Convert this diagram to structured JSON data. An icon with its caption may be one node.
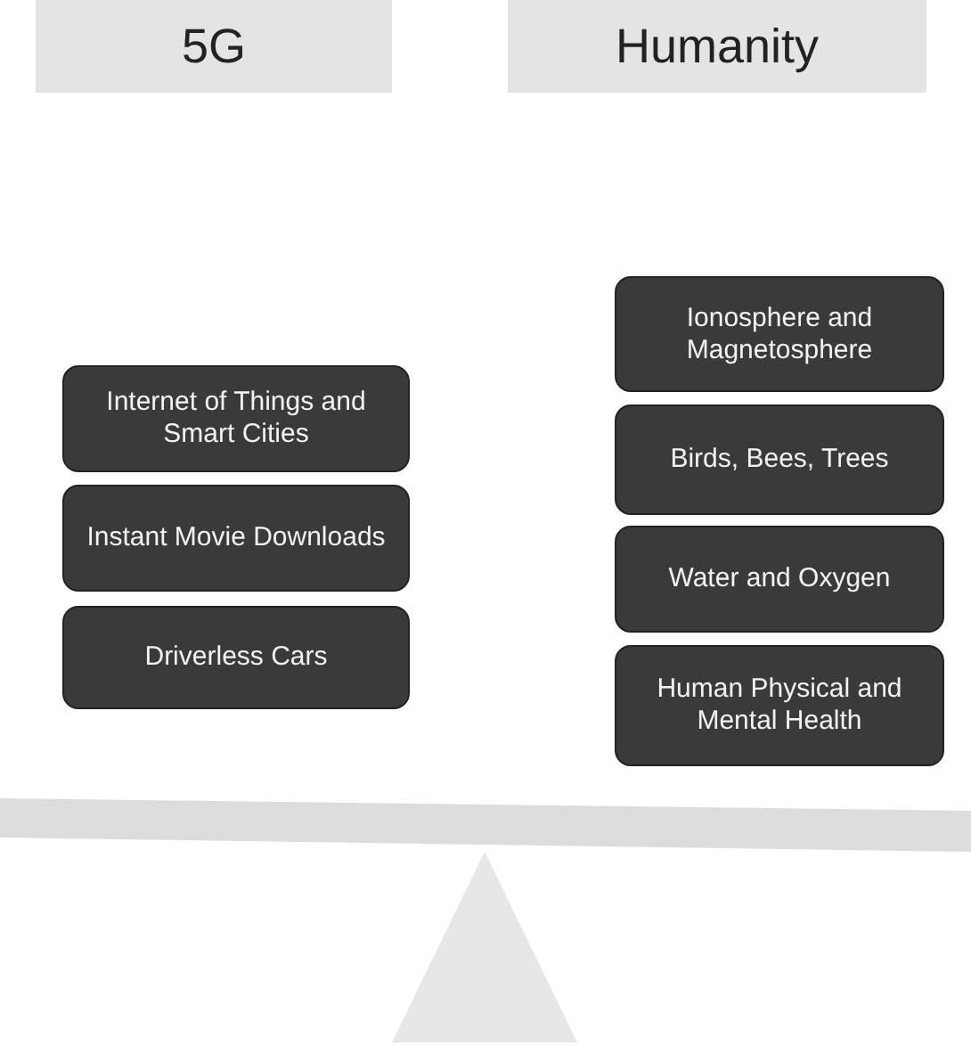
{
  "diagram": {
    "nodes": [
      {
        "text": [
          "5G"
        ]
      },
      {
        "text": [
          "Humanity"
        ]
      },
      {
        "text": [
          "Internet of Things and Smart Cities"
        ]
      },
      {
        "text": [
          "Instant Movie Downloads"
        ]
      },
      {
        "text": [
          "Driverless Cars"
        ]
      },
      {
        "text": [
          "Ionosphere and Magnetosphere"
        ]
      },
      {
        "text": [
          "Birds, Bees, Trees"
        ]
      },
      {
        "text": [
          "Water and Oxygen"
        ]
      },
      {
        "text": [
          "Human Physical and Mental Health"
        ]
      }
    ]
  }
}
